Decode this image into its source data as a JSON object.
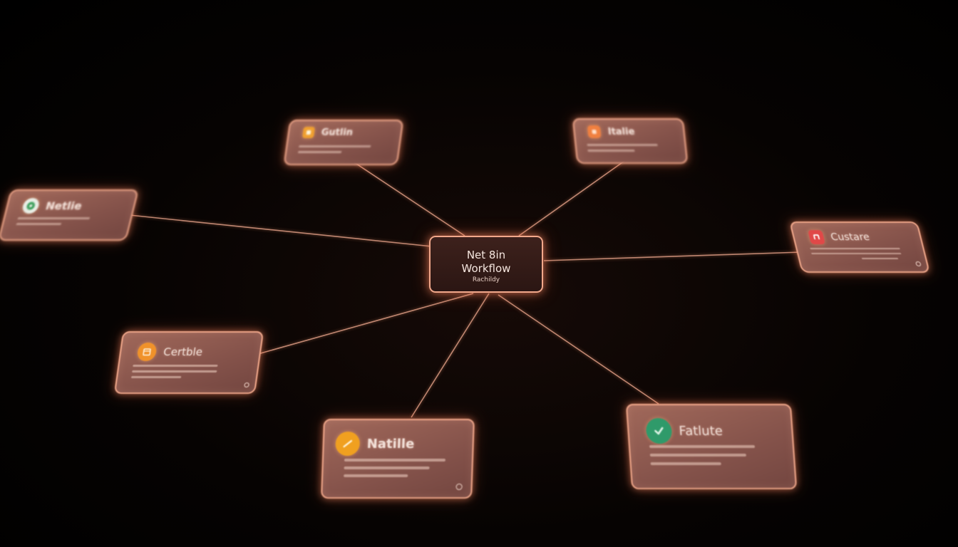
{
  "center": {
    "title_line1": "Net 8in",
    "title_line2": "Workflow",
    "subtitle": "Rachildy"
  },
  "nodes": [
    {
      "id": "top-left",
      "title": "Gutlin",
      "icon": "app-icon",
      "icon_color": "#f0a030"
    },
    {
      "id": "top-right",
      "title": "Italie",
      "icon": "square-app-icon",
      "icon_color": "#f08040"
    },
    {
      "id": "left",
      "title": "Netlie",
      "icon": "gear-icon",
      "icon_color": "#3a9e5a"
    },
    {
      "id": "right",
      "title": "Custare",
      "icon": "n-app-icon",
      "icon_color": "#e04848"
    },
    {
      "id": "mid-left",
      "title": "Certble",
      "icon": "calendar-icon",
      "icon_color": "#f0922a"
    },
    {
      "id": "bottom",
      "title": "Natille",
      "icon": "wand-icon",
      "icon_color": "#f0a020"
    },
    {
      "id": "bottom-right",
      "title": "Fatlute",
      "icon": "check-icon",
      "icon_color": "#2f9a6a"
    }
  ],
  "colors": {
    "edge": "#d99a82",
    "node_border": "#f0a78a",
    "node_fill": "#8a564b",
    "center_fill": "#2f1814",
    "background": "#000000"
  }
}
